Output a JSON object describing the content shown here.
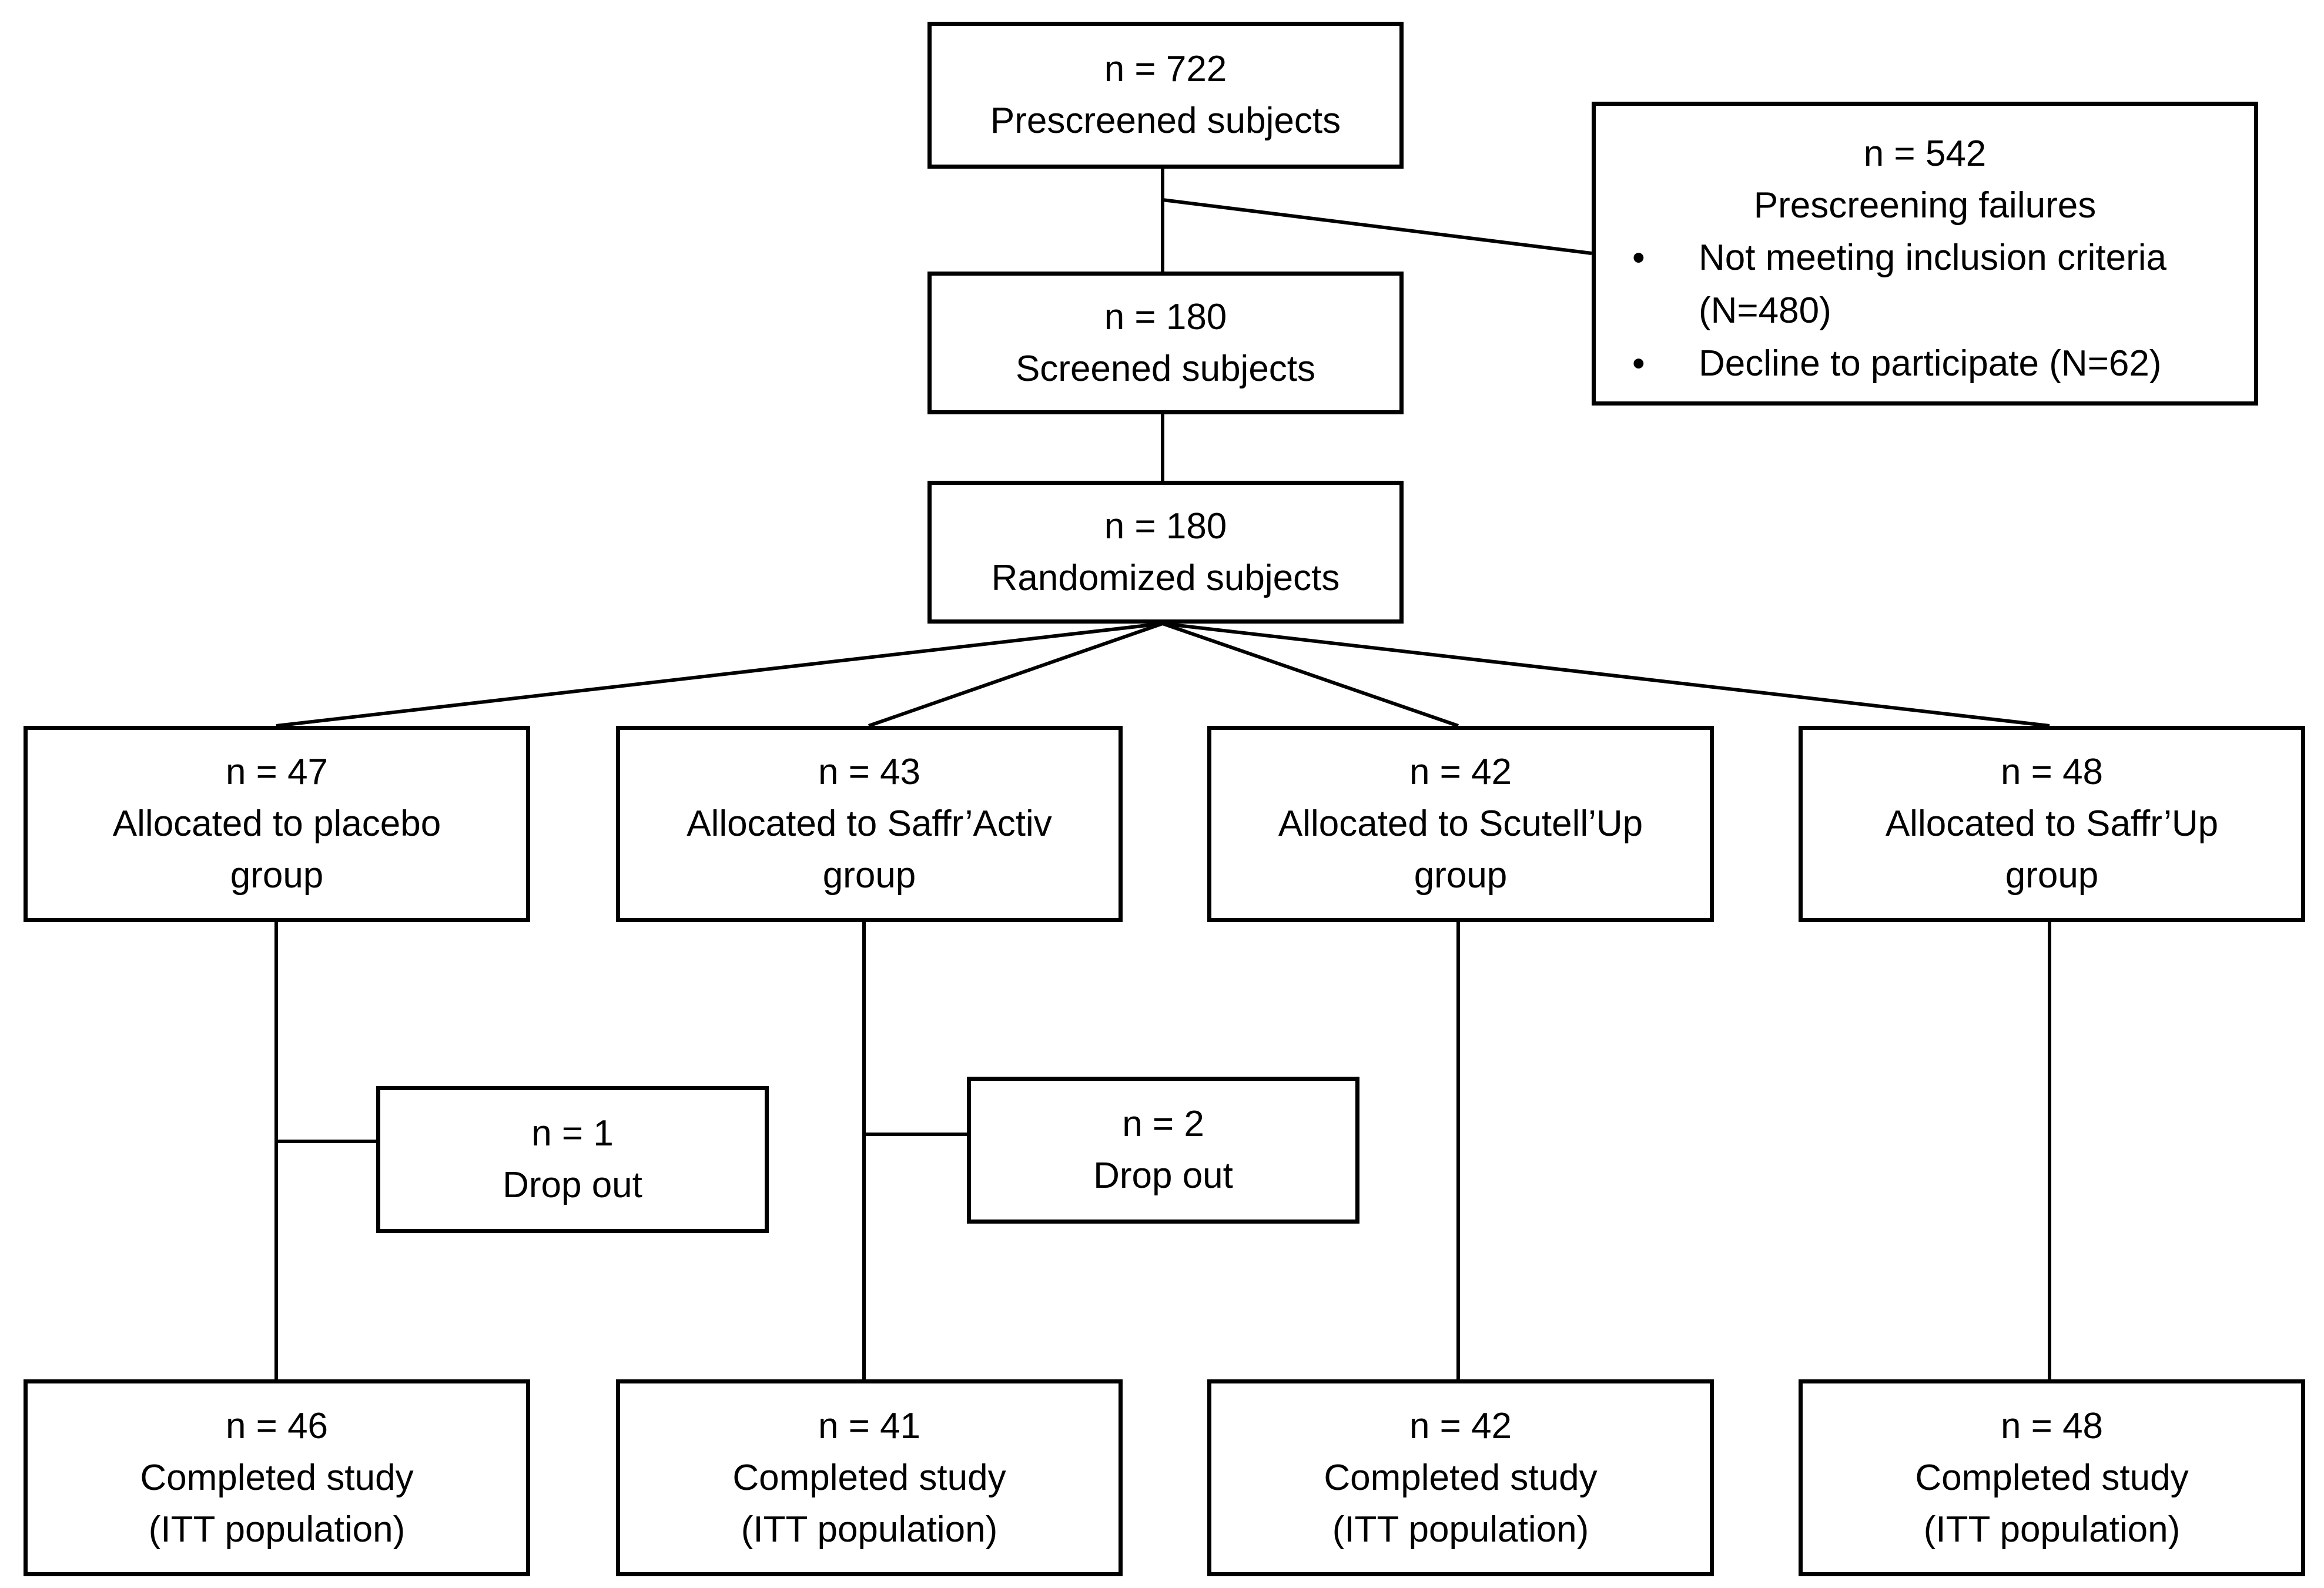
{
  "prescreened": {
    "count": "n = 722",
    "label": "Prescreened subjects"
  },
  "failures": {
    "count": "n = 542",
    "label": "Prescreening failures",
    "reasons": [
      "Not meeting inclusion criteria (N=480)",
      "Decline to participate (N=62)"
    ]
  },
  "screened": {
    "count": "n = 180",
    "label": "Screened subjects"
  },
  "randomized": {
    "count": "n = 180",
    "label": "Randomized subjects"
  },
  "arms": [
    {
      "allocated": {
        "count": "n = 47",
        "line1": "Allocated to placebo",
        "line2": "group"
      },
      "completed": {
        "count": "n = 46",
        "line1": "Completed study",
        "line2": "(ITT population)"
      }
    },
    {
      "allocated": {
        "count": "n = 43",
        "line1": "Allocated to Saffr’Activ",
        "line2": "group"
      },
      "completed": {
        "count": "n = 41",
        "line1": "Completed study",
        "line2": "(ITT population)"
      }
    },
    {
      "allocated": {
        "count": "n = 42",
        "line1": "Allocated to Scutell’Up",
        "line2": "group"
      },
      "completed": {
        "count": "n = 42",
        "line1": "Completed study",
        "line2": "(ITT population)"
      }
    },
    {
      "allocated": {
        "count": "n = 48",
        "line1": "Allocated to Saffr’Up",
        "line2": "group"
      },
      "completed": {
        "count": "n = 48",
        "line1": "Completed study",
        "line2": "(ITT population)"
      }
    }
  ],
  "dropouts": [
    {
      "count": "n = 1",
      "label": "Drop out"
    },
    {
      "count": "n = 2",
      "label": "Drop out"
    }
  ]
}
